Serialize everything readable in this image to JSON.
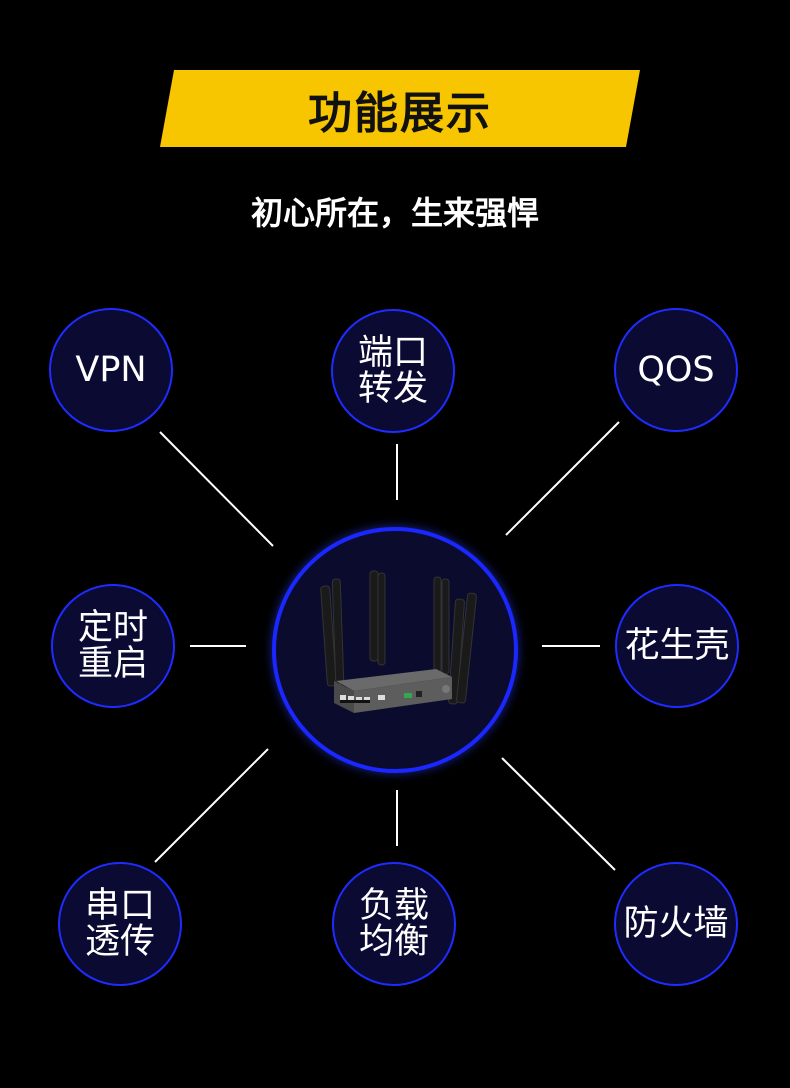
{
  "banner": {
    "title": "功能展示"
  },
  "subtitle": "初心所在，生来强悍",
  "features": {
    "vpn": "VPN",
    "port_forward": [
      "端口",
      "转发"
    ],
    "qos": "QOS",
    "timed_reboot": [
      "定时",
      "重启"
    ],
    "oray": "花生壳",
    "serial": [
      "串口",
      "透传"
    ],
    "load_balance": [
      "负载",
      "均衡"
    ],
    "firewall": "防火墙"
  },
  "colors": {
    "banner": "#f7c600",
    "circle_border": "#1f2cff",
    "circle_fill": "#0a0a33",
    "background": "#000000"
  },
  "hub_image": "router-icon"
}
